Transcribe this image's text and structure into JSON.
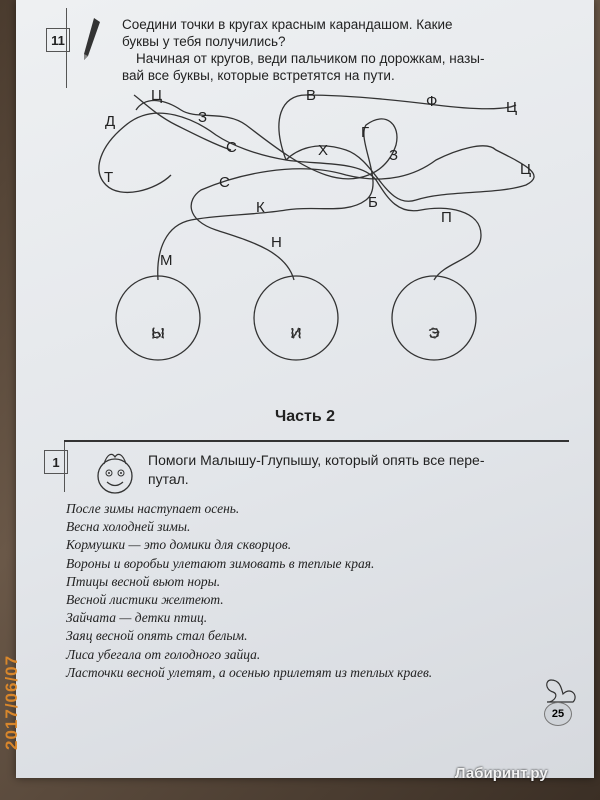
{
  "exercise11": {
    "number": "11",
    "line1": "Соедини точки в кругах красным карандашом. Какие",
    "line2": "буквы у тебя получились?",
    "line3": "Начиная от кругов, веди пальчиком по дорожкам, назы-",
    "line4": "вай все буквы, которые встретятся на пути."
  },
  "maze_letters": [
    "Ц",
    "З",
    "В",
    "Ф",
    "Ц",
    "Д",
    "Г",
    "С",
    "Х",
    "З",
    "Ц",
    "Т",
    "С",
    "Б",
    "К",
    "П",
    "Н",
    "М"
  ],
  "circles": [
    "Ы",
    "И",
    "Э"
  ],
  "part_title": "Часть 2",
  "exercise1": {
    "number": "1",
    "line1": "Помоги Малышу-Глупышу, который опять все пере-",
    "line2": "путал."
  },
  "sentences": [
    "После зимы наступает осень.",
    "Весна холодней зимы.",
    "Кормушки — это домики для скворцов.",
    "Вороны и воробьи улетают зимовать в теплые края.",
    "Птицы весной вьют норы.",
    "Весной листики желтеют.",
    "Зайчата — детки птиц.",
    "Заяц весной опять стал белым.",
    "Лиса убегала от голодного зайца.",
    "Ласточки весной улетят, а осенью прилетят из теплых краев."
  ],
  "page_number": "25",
  "date_stamp": "2017/06/07",
  "watermark": "Лабиринт.ру"
}
